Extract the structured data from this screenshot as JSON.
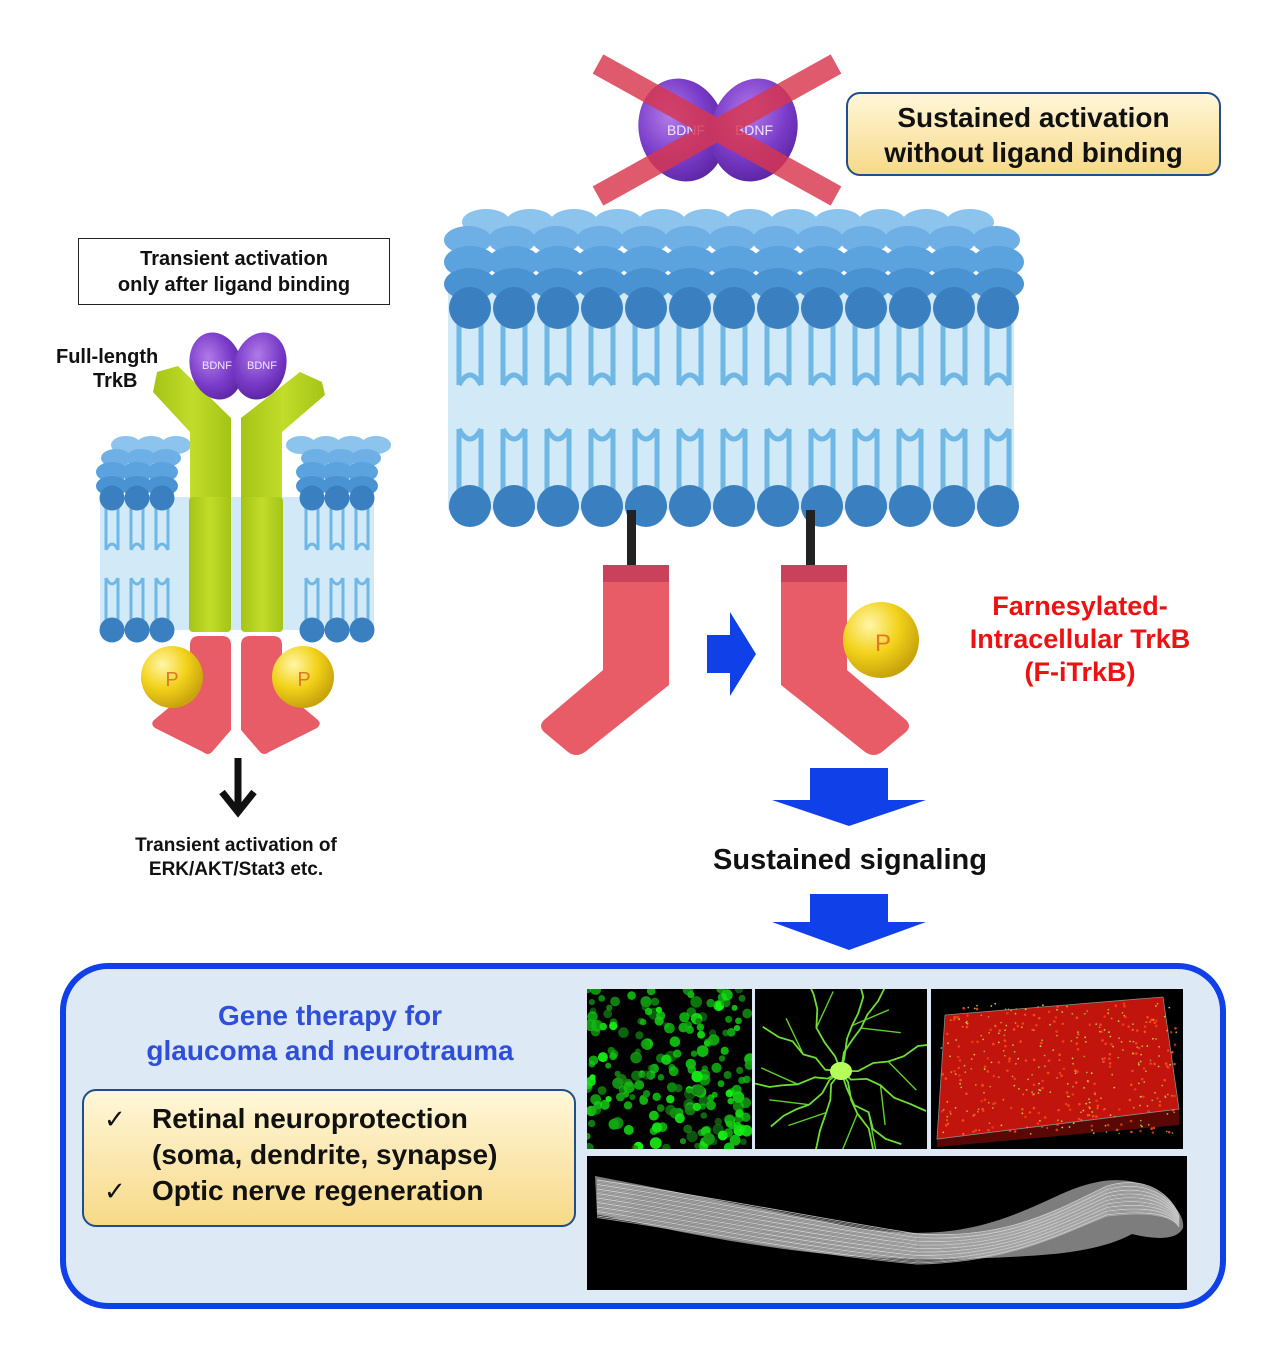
{
  "left_panel": {
    "header_lines": [
      "Transient activation",
      "only after ligand binding"
    ],
    "receptor_label_lines": [
      "Full-length",
      "TrkB"
    ],
    "ligand_labels": [
      "BDNF",
      "BDNF"
    ],
    "phospho_labels": [
      "P",
      "P"
    ],
    "outcome_lines": [
      "Transient activation of",
      "ERK/AKT/Stat3 etc."
    ]
  },
  "right_panel": {
    "header_lines": [
      "Sustained activation",
      "without ligand binding"
    ],
    "blocked_ligand_labels": [
      "BDNF",
      "BDNF"
    ],
    "phospho_label": "P",
    "construct_label_lines": [
      "Farnesylated-",
      "Intracellular TrkB",
      "(F-iTrkB)"
    ],
    "signaling_label": "Sustained signaling"
  },
  "therapy_panel": {
    "title_lines": [
      "Gene therapy for",
      "glaucoma and neurotrauma"
    ],
    "benefits": [
      {
        "check": "✓",
        "lines": [
          "Retinal neuroprotection",
          "(soma, dendrite, synapse)"
        ]
      },
      {
        "check": "✓",
        "lines": [
          "Optic nerve regeneration"
        ]
      }
    ]
  },
  "colors": {
    "membrane_head": "#3a7fbf",
    "membrane_top": "#5aa3de",
    "membrane_tail": "#6fb8e6",
    "membrane_fill": "#d2e9f8",
    "receptor_green": "#b5d21a",
    "kinase_red": "#e85c68",
    "phospho_yellow": "#f2d21a",
    "bdnf_purple": "#7a3cc9",
    "arrow_blue": "#1040e8",
    "cross_red": "#d9364e",
    "label_red": "#ee1111",
    "title_blue": "#2f4fd8",
    "panel_bg": "#dde9f5"
  }
}
